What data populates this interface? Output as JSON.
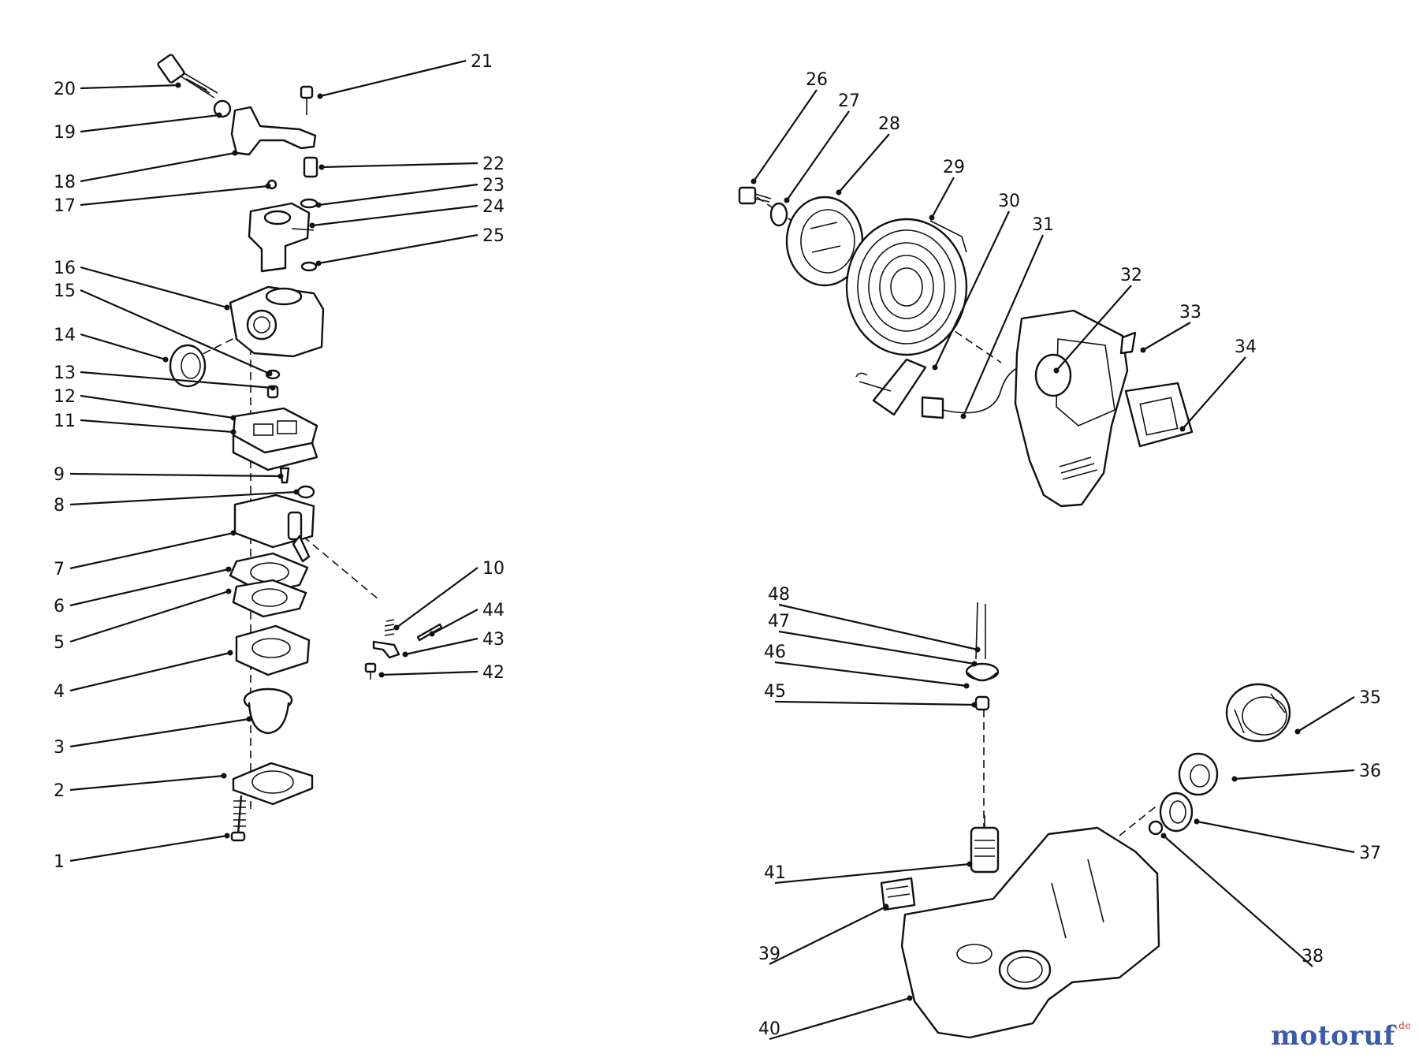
{
  "callouts": [
    "1",
    "2",
    "3",
    "4",
    "5",
    "6",
    "7",
    "8",
    "9",
    "10",
    "11",
    "12",
    "13",
    "14",
    "15",
    "16",
    "17",
    "18",
    "19",
    "20",
    "21",
    "22",
    "23",
    "24",
    "25",
    "26",
    "27",
    "28",
    "29",
    "30",
    "31",
    "32",
    "33",
    "34",
    "35",
    "36",
    "37",
    "38",
    "39",
    "40",
    "41",
    "42",
    "43",
    "44",
    "45",
    "46",
    "47",
    "48"
  ],
  "watermark": {
    "text": "motoruf",
    "suffix": ".de"
  }
}
